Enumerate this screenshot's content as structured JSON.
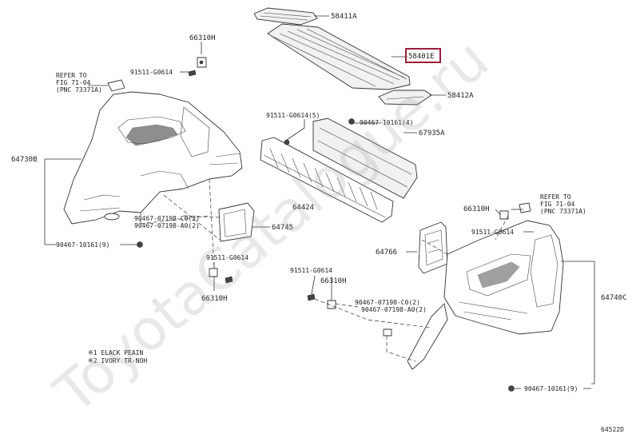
{
  "diagram": {
    "watermark": "ToyotaCatalogue.ru",
    "figure_number": "64522D",
    "highlight_color": "#9c1f3c",
    "labels": {
      "p58411A": "58411A",
      "p58401E": "58401E",
      "p58412A": "58412A",
      "p66310H_top": "66310H",
      "p91511_top": "91511-G0614",
      "refer_left_1": "REFER TO",
      "refer_left_2": "FIG 71-04",
      "refer_left_3": "(PNC 73371A)",
      "p64730B": "64730B",
      "p91511_mid": "91511-G0614(5)",
      "p90467_mid": "90467-10161(4)",
      "p67935A": "67935A",
      "p64424": "64424",
      "p90467_07198_C0_left": "90467-07198-C0(2)",
      "p90467_07198_A0_left": "90467-07198-A0(2)",
      "p64745": "64745",
      "p90467_10161_left": "90467-10161(9)",
      "p91511_lower": "91511-G0614",
      "p66310H_lower": "66310H",
      "refer_right_1": "REFER TO",
      "refer_right_2": "FIG 71-04",
      "refer_right_3": "(PNC 73371A)",
      "p66310H_right": "66310H",
      "p91511_right": "91511-G0614",
      "p64766": "64766",
      "p64740C": "64740C",
      "p91511_bottom": "91511-G0614",
      "p66310H_bottom": "66310H",
      "p90467_07198_C0_right": "90467-07198-C0(2)",
      "p90467_07198_A0_right": "90467-07198-A0(2)",
      "p90467_10161_right": "90467-10161(9)",
      "note_1": "※1 ELACK PEAIN",
      "note_2": "※2 IVORY TR-NOH"
    }
  }
}
